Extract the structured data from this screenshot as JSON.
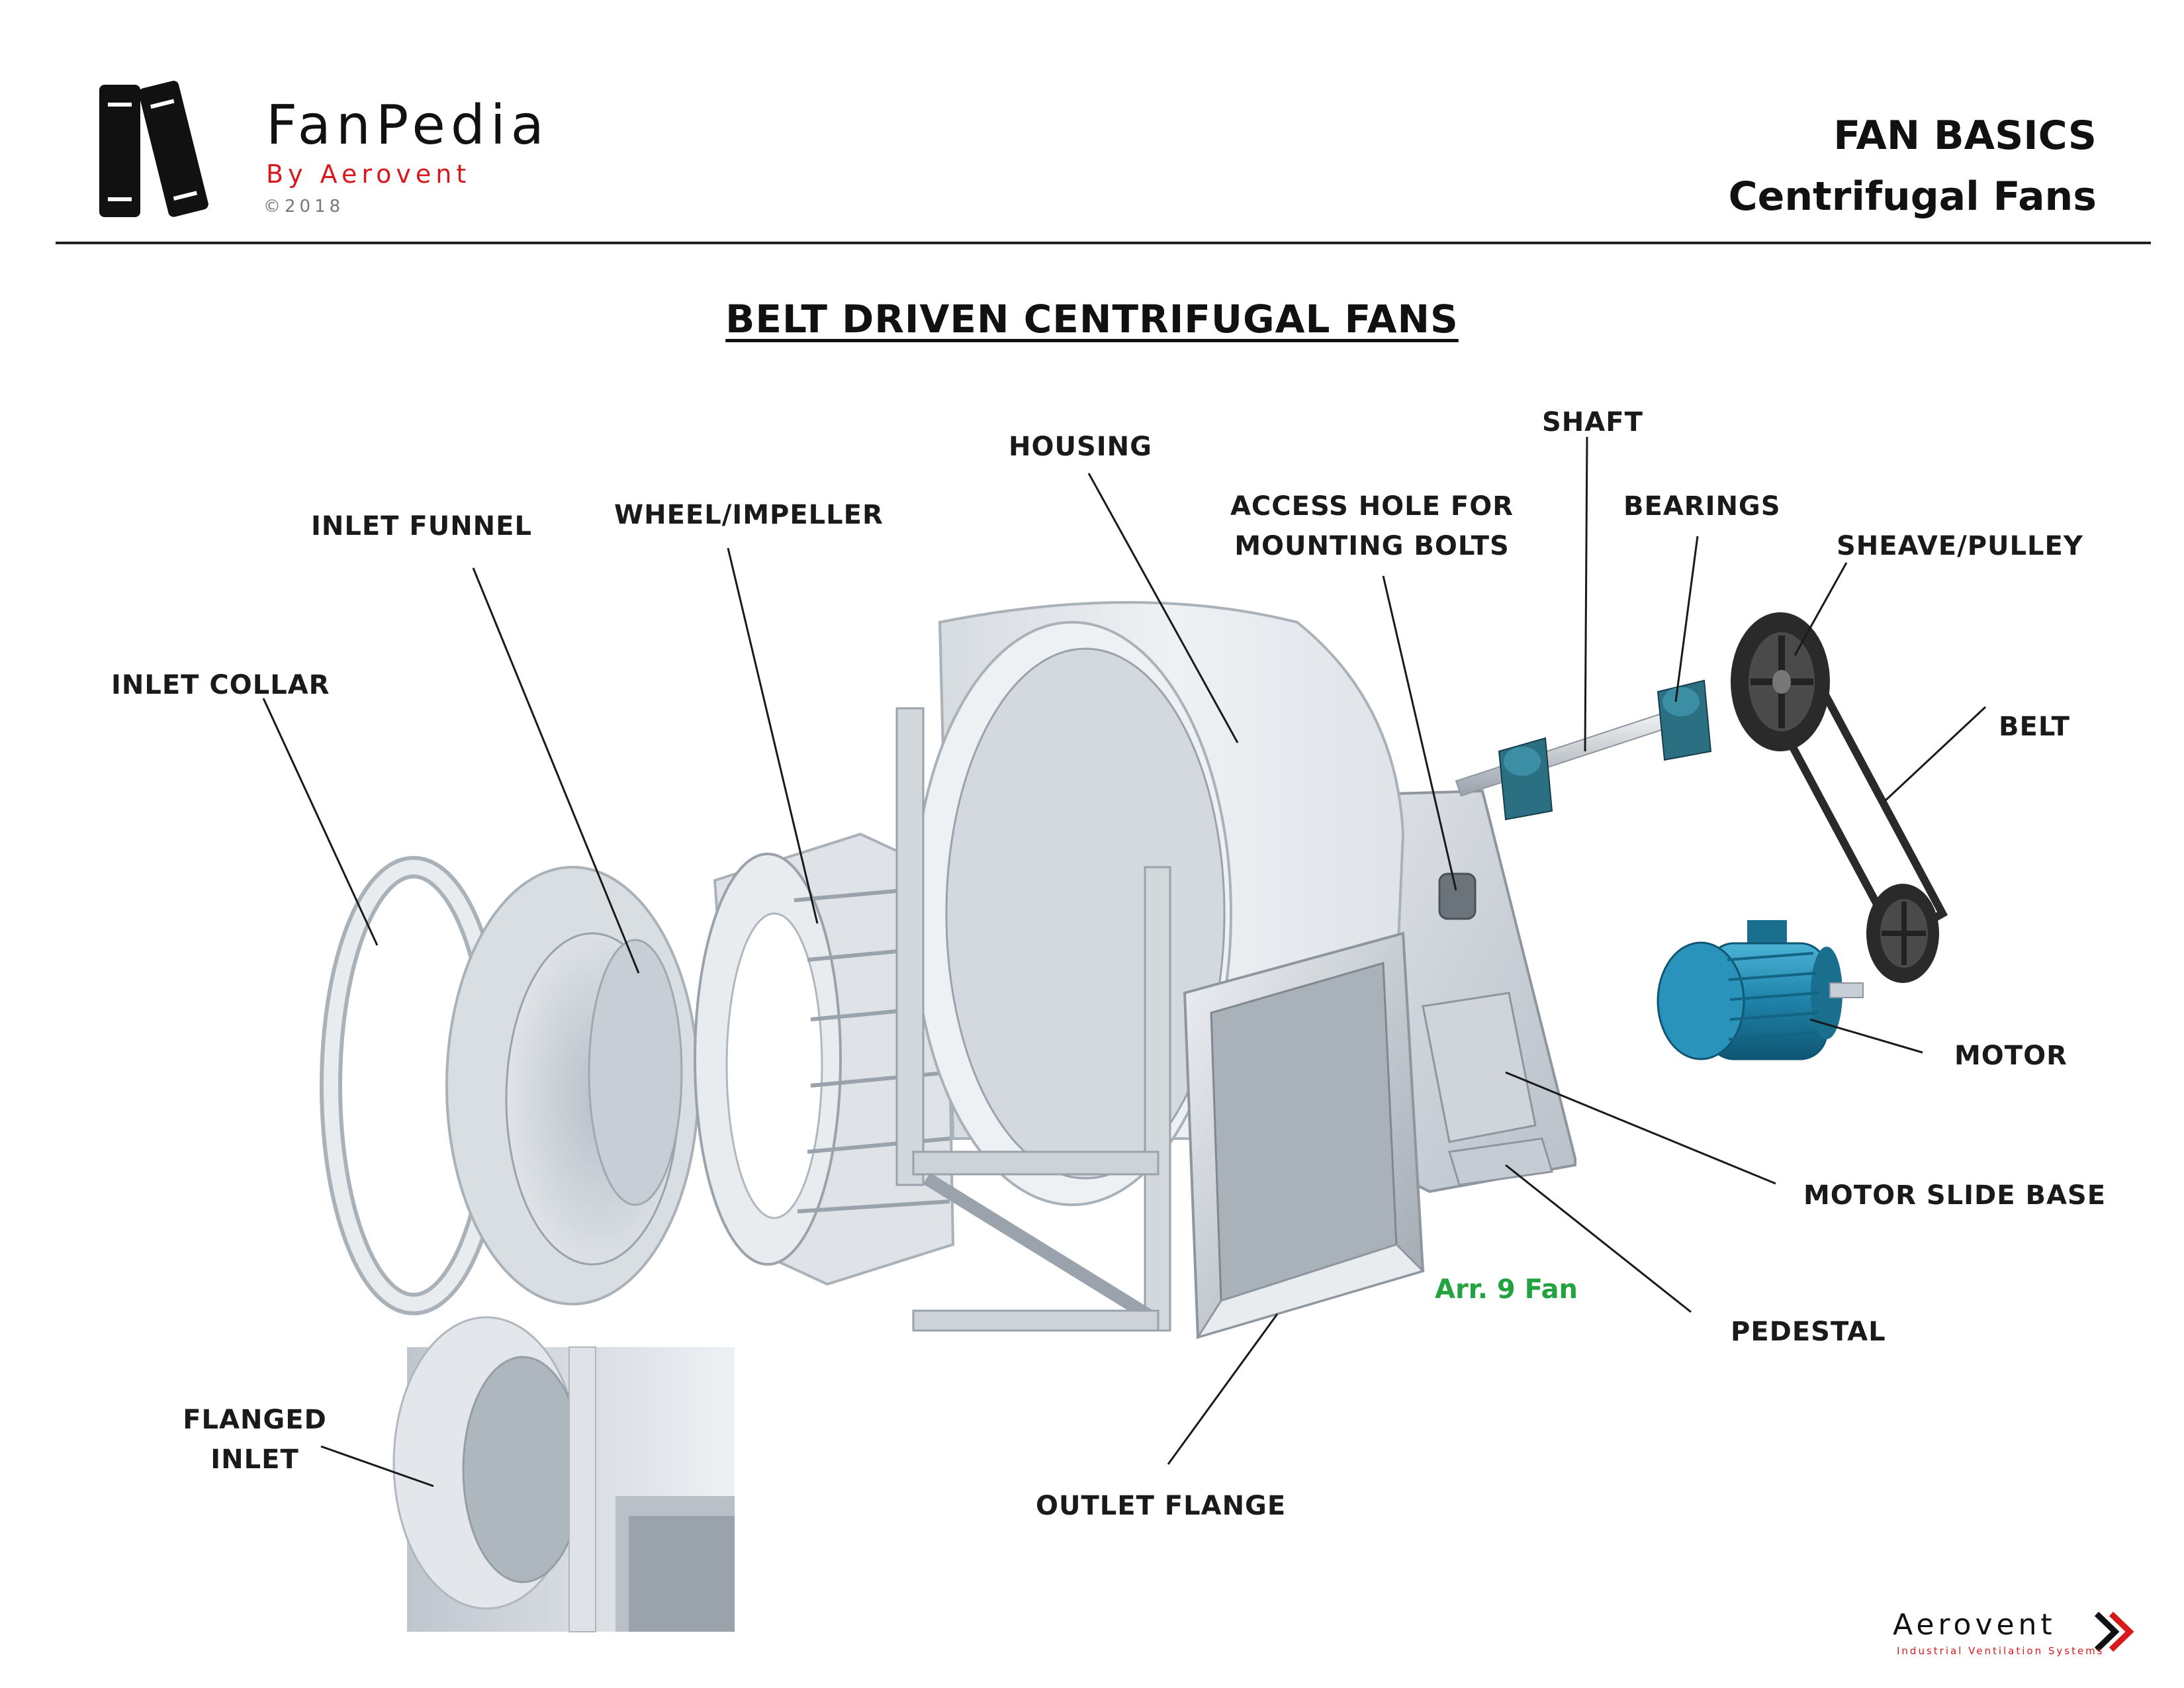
{
  "header": {
    "brand_title": "FanPedia",
    "brand_subtitle": "By Aerovent",
    "copyright": "©2018",
    "section": "FAN BASICS",
    "subsection": "Centrifugal Fans"
  },
  "diagram": {
    "title": "BELT DRIVEN CENTRIFUGAL FANS",
    "labels": {
      "inlet_collar": "INLET COLLAR",
      "inlet_funnel": "INLET FUNNEL",
      "wheel_impeller": "WHEEL/IMPELLER",
      "housing": "HOUSING",
      "access_hole_line1": "ACCESS HOLE FOR",
      "access_hole_line2": "MOUNTING BOLTS",
      "shaft": "SHAFT",
      "bearings": "BEARINGS",
      "sheave_pulley": "SHEAVE/PULLEY",
      "belt": "BELT",
      "motor": "MOTOR",
      "motor_slide_base": "MOTOR SLIDE BASE",
      "pedestal": "PEDESTAL",
      "outlet_flange": "OUTLET FLANGE",
      "flanged_inlet_line1": "FLANGED",
      "flanged_inlet_line2": "INLET"
    },
    "arrangement_note": "Arr. 9 Fan"
  },
  "footer": {
    "brand": "Aerovent",
    "tagline": "Industrial Ventilation Systems"
  },
  "colors": {
    "metal_light": "#e7ebef",
    "metal_mid": "#c9cfd6",
    "metal_dark": "#9aa2ab",
    "motor_teal": "#1e82a8",
    "bearing_teal": "#2a6f82",
    "belt_black": "#2a2a2a",
    "note_green": "#23a33f",
    "brand_red": "#d7191c"
  }
}
